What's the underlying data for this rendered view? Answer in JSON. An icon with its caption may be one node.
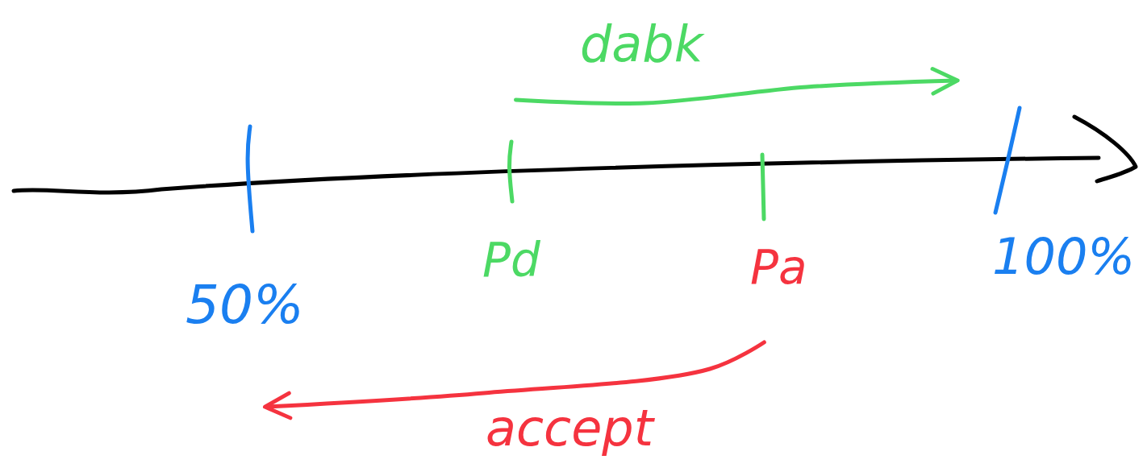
{
  "diagram": {
    "nodes": [
      {
        "text": [
          "50%"
        ]
      },
      {
        "text": [
          "Pd"
        ]
      },
      {
        "text": [
          "Pa"
        ]
      },
      {
        "text": [
          "100%"
        ]
      }
    ],
    "edges": [
      {
        "from": 1,
        "to": null,
        "arrow": "to",
        "label": "dabk",
        "color": "#4cd964"
      },
      {
        "from": 2,
        "to": 0,
        "arrow": "to",
        "label": "accept",
        "color": "#f5333f"
      }
    ]
  }
}
